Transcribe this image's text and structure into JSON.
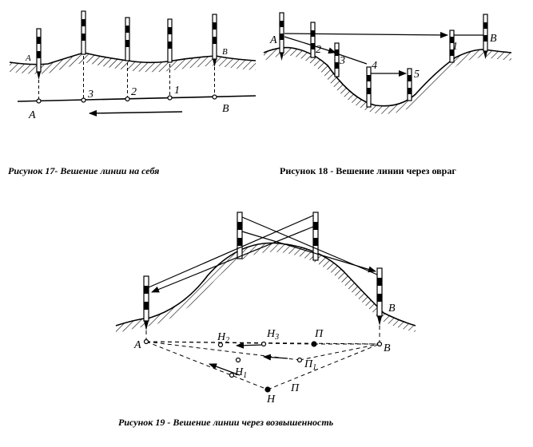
{
  "fig17": {
    "caption": "Рисунок 17-  Вешение линии на  себя",
    "pole_labels": {
      "a": "A",
      "b": "B"
    },
    "line_labels": {
      "a": "A",
      "b": "B",
      "p1": "1",
      "p2": "2",
      "p3": "3"
    }
  },
  "fig18": {
    "caption": "Рисунок 18 - Вешение линии через овраг",
    "labels": {
      "a": "A",
      "b": "B",
      "p1": "1",
      "p2": "2",
      "p3": "3",
      "p4": "4",
      "p5": "5"
    }
  },
  "fig19": {
    "caption": "Рисунок 19 - Вешение линии через возвышенность",
    "labels": {
      "b_pole": "B",
      "a": "A",
      "b": "B",
      "p": "П",
      "p1": "П",
      "p1_sub": "1",
      "p_low": "П",
      "n": "Н",
      "n1": "Н",
      "n1_sub": "1",
      "n2": "Н",
      "n2_sub": "2",
      "n3": "Н",
      "n3_sub": "3"
    }
  }
}
